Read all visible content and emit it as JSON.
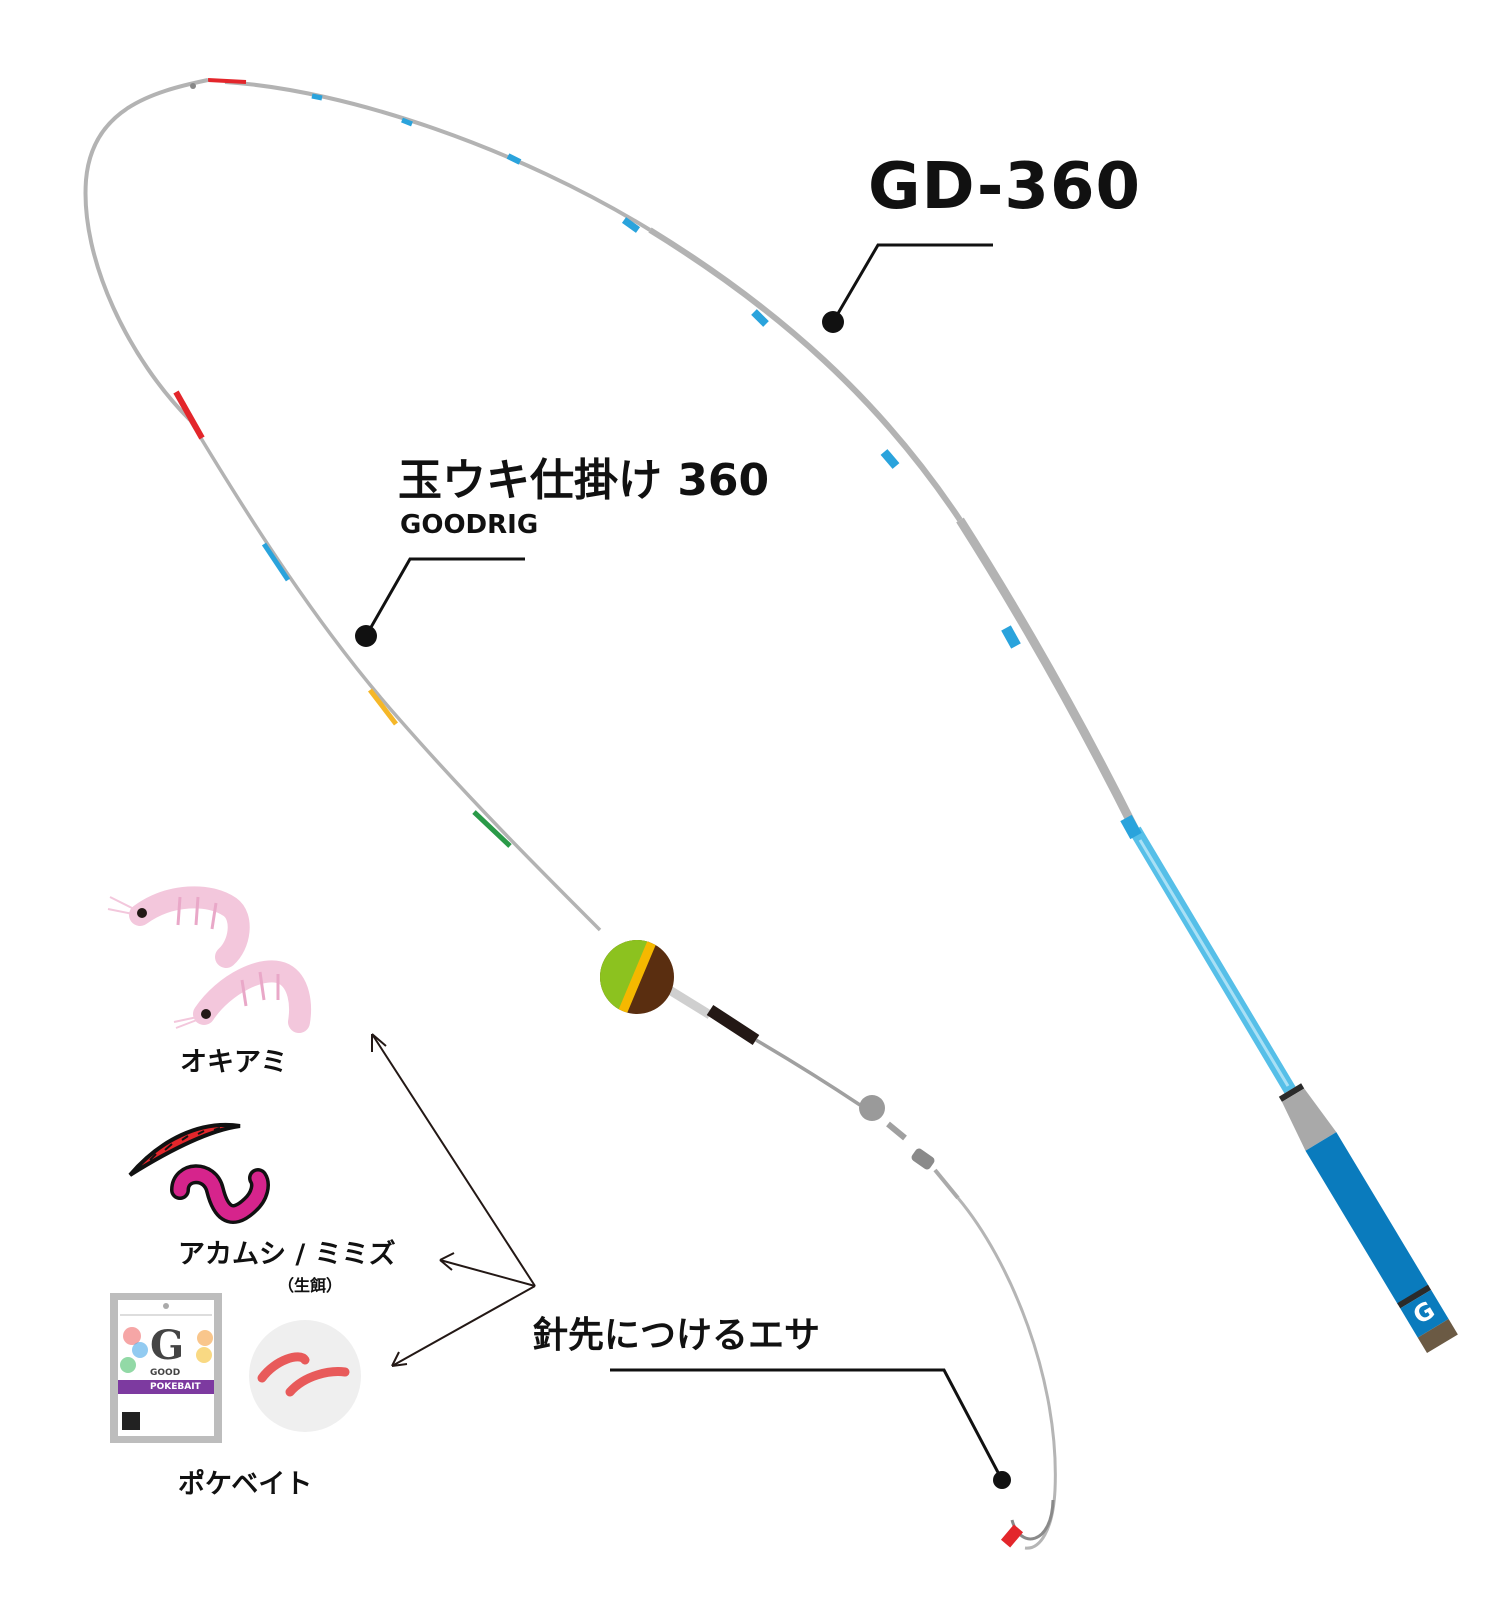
{
  "rod": {
    "name": "GD-360",
    "colors": {
      "blank": "#b3b3b3",
      "accent": "#2aa3dc",
      "butt": "#56bfe8",
      "grip": "#0a7bbd",
      "fore_grip": "#a9a9a9",
      "tip": "#e3262b"
    }
  },
  "rig": {
    "name": "玉ウキ仕掛け 360",
    "brand": "GOODRIG",
    "marker_colors": [
      "#e3262b",
      "#2aa3dc",
      "#f5b728",
      "#2a9a48"
    ],
    "float_colors": {
      "top": "#8cc21f",
      "stripe": "#f5b800",
      "bottom": "#5a2e10"
    }
  },
  "baits": {
    "heading": "針先につけるエサ",
    "items": [
      {
        "label": "オキアミ",
        "icon": "shrimp-icon"
      },
      {
        "label": "アカムシ / ミミズ",
        "note": "（生餌）",
        "icon": "worm-icon"
      },
      {
        "label": "ポケベイト",
        "icon": "bait-package-icon",
        "package": {
          "logo": "G",
          "brand": "GOOD",
          "product": "POKEBAIT"
        }
      }
    ]
  }
}
